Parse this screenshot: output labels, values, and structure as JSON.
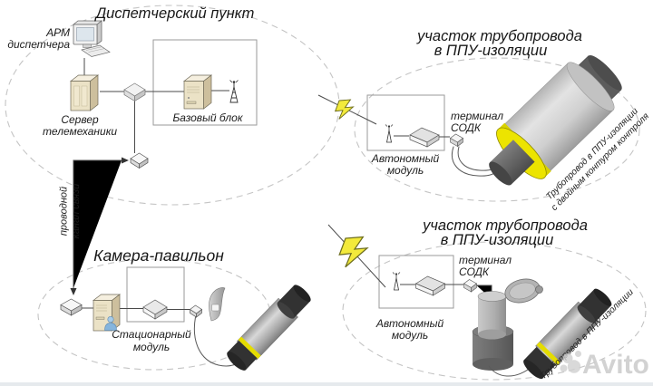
{
  "dispatch": {
    "title": "Диспетчерский пункт",
    "workstation_label": [
      "АРМ",
      "диспетчера"
    ],
    "server_label": [
      "Сервер",
      "телемеханики"
    ],
    "base_unit_label": "Базовый блок",
    "wired_channel_label": [
      "проводной",
      "канал связи"
    ]
  },
  "pavilion": {
    "title": "Камера-павильон",
    "module_label": [
      "Стационарный",
      "модуль"
    ]
  },
  "pipe_top": {
    "title": [
      "участок трубопровода",
      "в ППУ-изоляции"
    ],
    "module_label": [
      "Автономный",
      "модуль"
    ],
    "terminal_label": [
      "терминал",
      "СОДК"
    ],
    "pipe_caption": [
      "Трубопровод в ППУ-изоляции",
      "с двойным контуром контроля"
    ]
  },
  "pipe_bottom": {
    "title": [
      "участок трубопровода",
      "в ППУ-изоляции"
    ],
    "module_label": [
      "Автономный",
      "модуль"
    ],
    "terminal_label": [
      "терминал",
      "СОДК"
    ],
    "pipe_caption": [
      "Трубопровод в ППУ-изоляции"
    ]
  },
  "watermark": {
    "brand": "Avito"
  },
  "colors": {
    "insulation_yellow": "#e8e000",
    "lightning_yellow": "#f3ea3b",
    "pipe_gray": "#c9c9c9",
    "server_beige": "#ebe2c6",
    "watermark_gray": "#cbcbcb"
  }
}
